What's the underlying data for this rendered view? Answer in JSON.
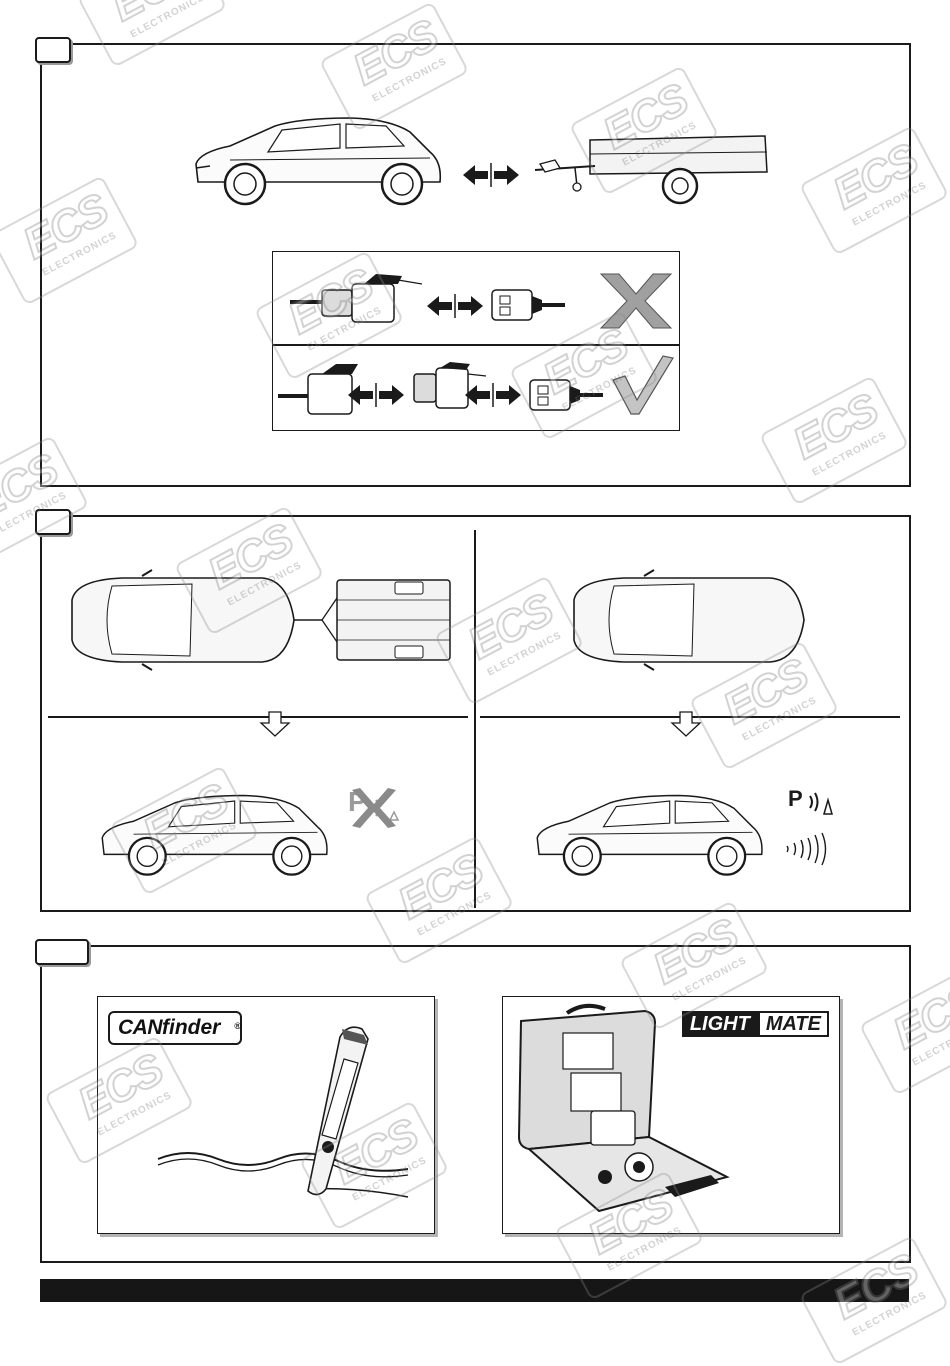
{
  "watermark": {
    "brand": "ECS",
    "sub": "ELECTRONICS"
  },
  "section3": {
    "canfinder_logo": {
      "part1": "CAN",
      "part2": "finder",
      "reg": "®"
    },
    "lightmate_logo": {
      "part1": "LIGHT",
      "part2": "MATE"
    }
  },
  "icons": {
    "parking_sensor": "P",
    "colors": {
      "stroke": "#1a1a1a",
      "fill_light": "#f2f2f2",
      "mark_gray": "#9b9b9b",
      "footer": "#161616"
    }
  }
}
